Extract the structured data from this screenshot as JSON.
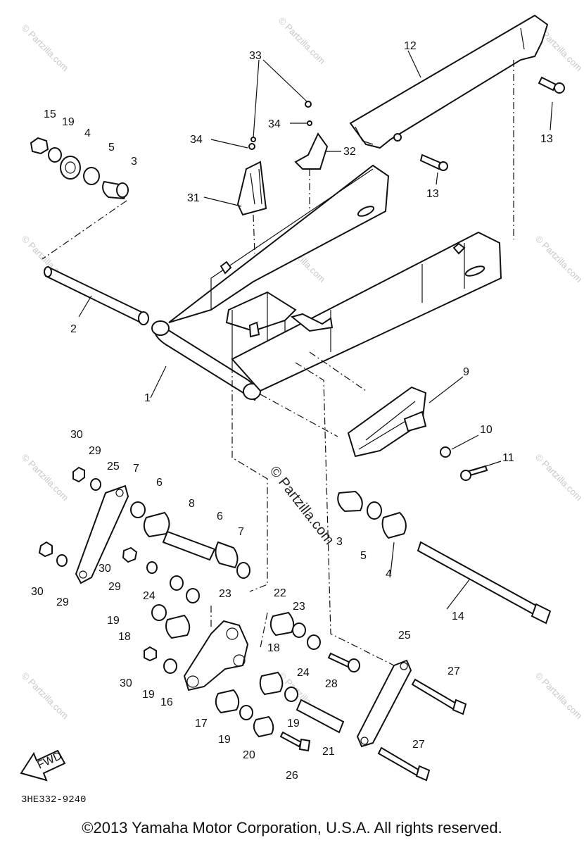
{
  "diagram": {
    "code": "3HE332-9240",
    "copyright": "©2013 Yamaha Motor Corporation, U.S.A. All rights reserved.",
    "center_watermark": "© Partzilla.com",
    "tile_watermark": "© Partzilla.com",
    "fwd_label": "FWD",
    "callouts": [
      "1",
      "2",
      "3",
      "4",
      "5",
      "6",
      "7",
      "8",
      "9",
      "10",
      "11",
      "12",
      "13",
      "14",
      "15",
      "16",
      "17",
      "18",
      "19",
      "20",
      "21",
      "22",
      "23",
      "24",
      "25",
      "26",
      "27",
      "28",
      "29",
      "30",
      "31",
      "32",
      "33",
      "34"
    ]
  }
}
